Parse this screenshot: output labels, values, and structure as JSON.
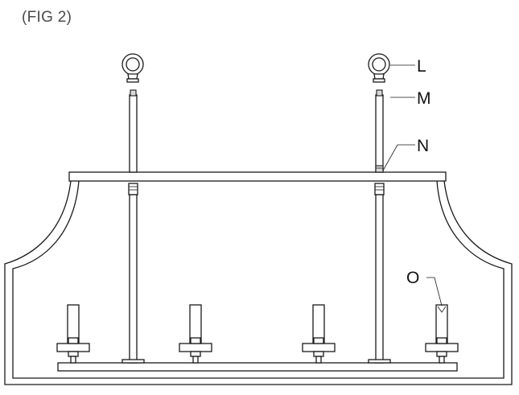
{
  "figure": {
    "caption": "(FIG 2)"
  },
  "callouts": {
    "L": "L",
    "M": "M",
    "N": "N",
    "O": "O"
  }
}
